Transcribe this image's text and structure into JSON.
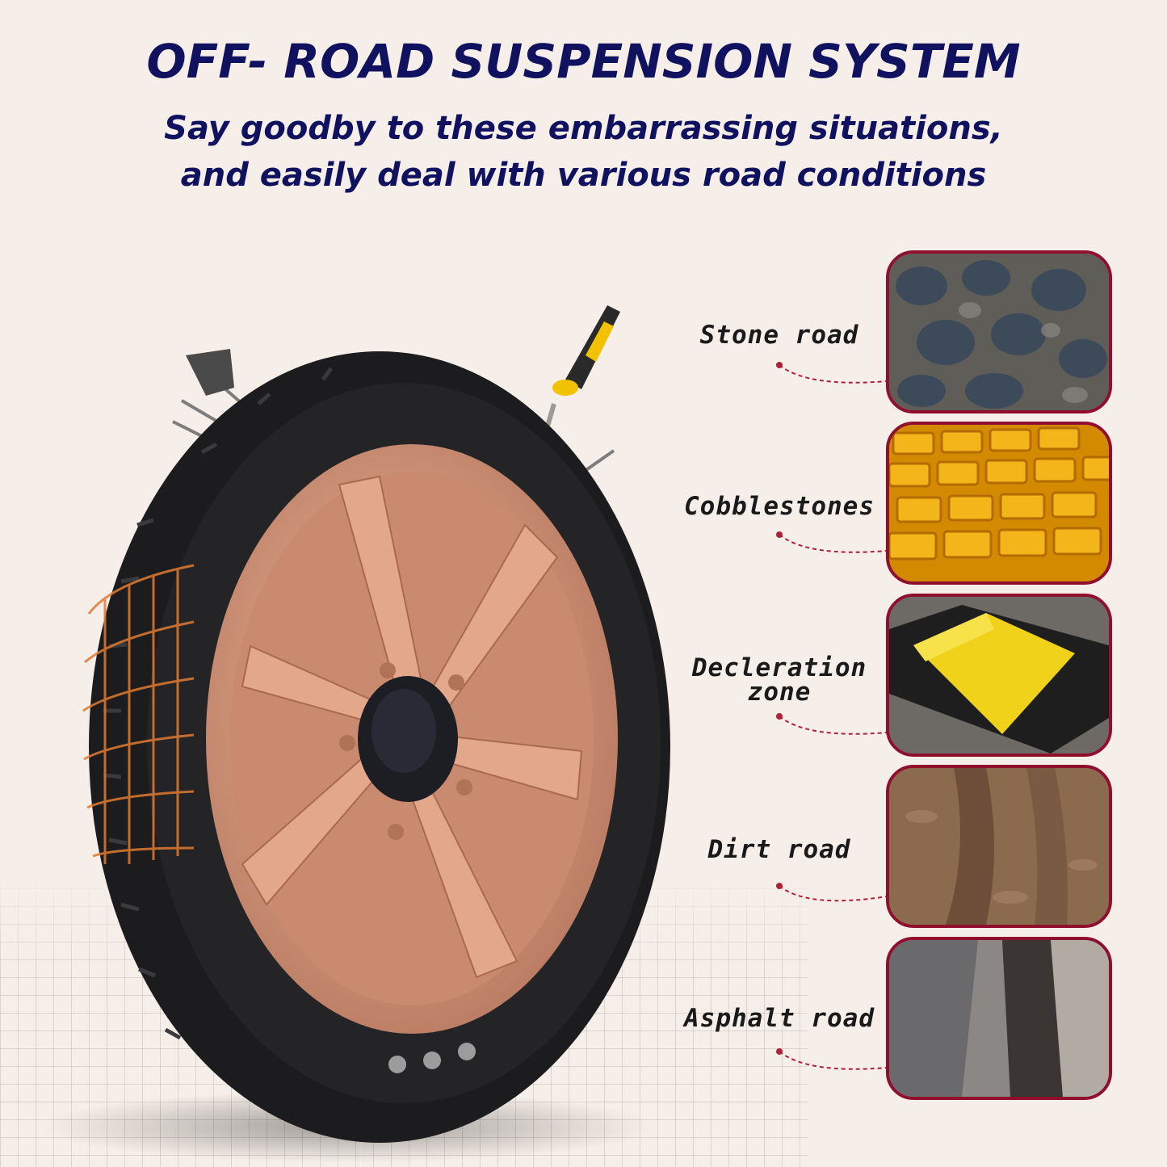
{
  "header": {
    "title": "OFF- ROAD SUSPENSION SYSTEM",
    "subtitle_line1": "Say goodby to these embarrassing situations,",
    "subtitle_line2": "and easily deal with various road conditions"
  },
  "road_types": [
    {
      "label": "Stone road"
    },
    {
      "label": "Cobblestones"
    },
    {
      "label_line1": "Decleration",
      "label_line2": "zone"
    },
    {
      "label": "Dirt road"
    },
    {
      "label": "Asphalt road"
    }
  ],
  "colors": {
    "title_text": "#10125f",
    "frame_border": "#8f0f2d",
    "connector": "#b0203a",
    "rim": "#d79a7e",
    "tire": "#1c1c1e",
    "background": "#f6efe9"
  },
  "icons": [
    "screwdriver-icon",
    "nail-icon",
    "grid-floor"
  ]
}
